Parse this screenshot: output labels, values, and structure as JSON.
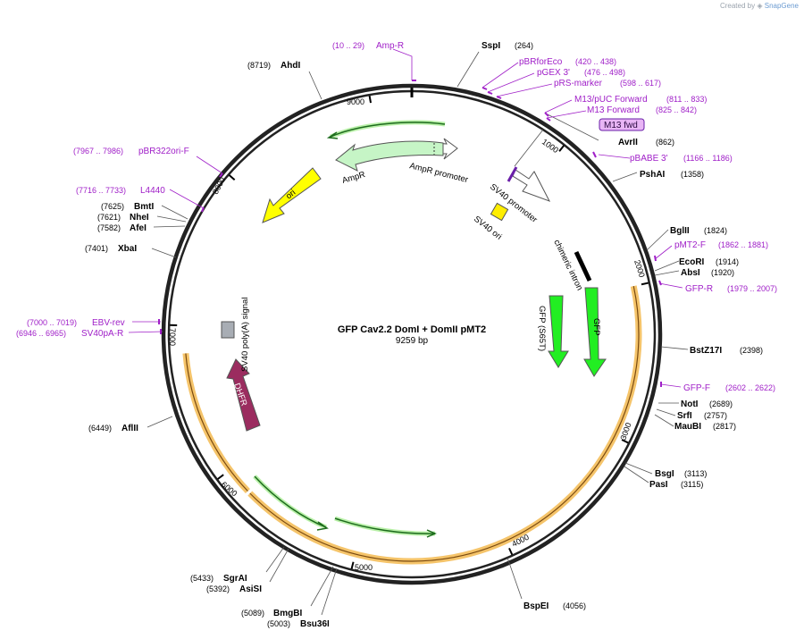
{
  "credit": {
    "prefix": "Created by",
    "brand": "SnapGene"
  },
  "plasmid": {
    "name": "GFP Cav2.2 DomI + DomII pMT2",
    "size_label": "9259 bp"
  },
  "ticks": [
    "1000",
    "2000",
    "3000",
    "4000",
    "5000",
    "6000",
    "7000",
    "8000",
    "9000"
  ],
  "sites": [
    {
      "name": "SspI",
      "pos": "(264)"
    },
    {
      "name": "AvrII",
      "pos": "(862)"
    },
    {
      "name": "PshAI",
      "pos": "(1358)"
    },
    {
      "name": "BglII",
      "pos": "(1824)"
    },
    {
      "name": "EcoRI",
      "pos": "(1914)"
    },
    {
      "name": "AbsI",
      "pos": "(1920)"
    },
    {
      "name": "BstZ17I",
      "pos": "(2398)"
    },
    {
      "name": "NotI",
      "pos": "(2689)"
    },
    {
      "name": "SrfI",
      "pos": "(2757)"
    },
    {
      "name": "MauBI",
      "pos": "(2817)"
    },
    {
      "name": "BsgI",
      "pos": "(3113)"
    },
    {
      "name": "PasI",
      "pos": "(3115)"
    },
    {
      "name": "BspEI",
      "pos": "(4056)"
    },
    {
      "name": "Bsu36I",
      "pos": "(5003)"
    },
    {
      "name": "BmgBI",
      "pos": "(5089)"
    },
    {
      "name": "AsiSI",
      "pos": "(5392)"
    },
    {
      "name": "SgrAI",
      "pos": "(5433)"
    },
    {
      "name": "AflII",
      "pos": "(6449)"
    },
    {
      "name": "XbaI",
      "pos": "(7401)"
    },
    {
      "name": "AfeI",
      "pos": "(7582)"
    },
    {
      "name": "NheI",
      "pos": "(7621)"
    },
    {
      "name": "BmtI",
      "pos": "(7625)"
    },
    {
      "name": "AhdI",
      "pos": "(8719)"
    }
  ],
  "primers": [
    {
      "name": "Amp-R",
      "pos": "(10 .. 29)"
    },
    {
      "name": "pBRforEco",
      "pos": "(420 .. 438)"
    },
    {
      "name": "pGEX 3'",
      "pos": "(476 .. 498)"
    },
    {
      "name": "pRS-marker",
      "pos": "(598 .. 617)"
    },
    {
      "name": "M13/pUC Forward",
      "pos": "(811 .. 833)"
    },
    {
      "name": "M13 Forward",
      "pos": "(825 .. 842)"
    },
    {
      "name": "M13 fwd",
      "pos": ""
    },
    {
      "name": "pBABE 3'",
      "pos": "(1166 .. 1186)"
    },
    {
      "name": "pMT2-F",
      "pos": "(1862 .. 1881)"
    },
    {
      "name": "GFP-R",
      "pos": "(1979 .. 2007)"
    },
    {
      "name": "GFP-F",
      "pos": "(2602 .. 2622)"
    },
    {
      "name": "SV40pA-R",
      "pos": "(6946 .. 6965)"
    },
    {
      "name": "EBV-rev",
      "pos": "(7000 .. 7019)"
    },
    {
      "name": "L4440",
      "pos": "(7716 .. 7733)"
    },
    {
      "name": "pBR322ori-F",
      "pos": "(7967 .. 7986)"
    }
  ],
  "features": {
    "ampr": "AmpR",
    "ampr_promoter": "AmpR promoter",
    "ori": "ori",
    "sv40_promoter": "SV40 promoter",
    "sv40_ori": "SV40 ori",
    "chimeric_intron": "chimeric intron",
    "gfp_s65t": "GFP (S65T)",
    "gfp": "GFP",
    "dhfr": "DHFR",
    "sv40_polya": "SV40 poly(A) signal"
  },
  "colors": {
    "backbone": "#222222",
    "primer": "#a020c8",
    "ampr": "#c6f5c6",
    "ori": "#ffff00",
    "gfp": "#22ee22",
    "dhfr": "#9b2c5f",
    "orf_highlight": "#f5c46a",
    "orf_arrow": "#2e8b2e",
    "polya": "#a8adb4"
  }
}
